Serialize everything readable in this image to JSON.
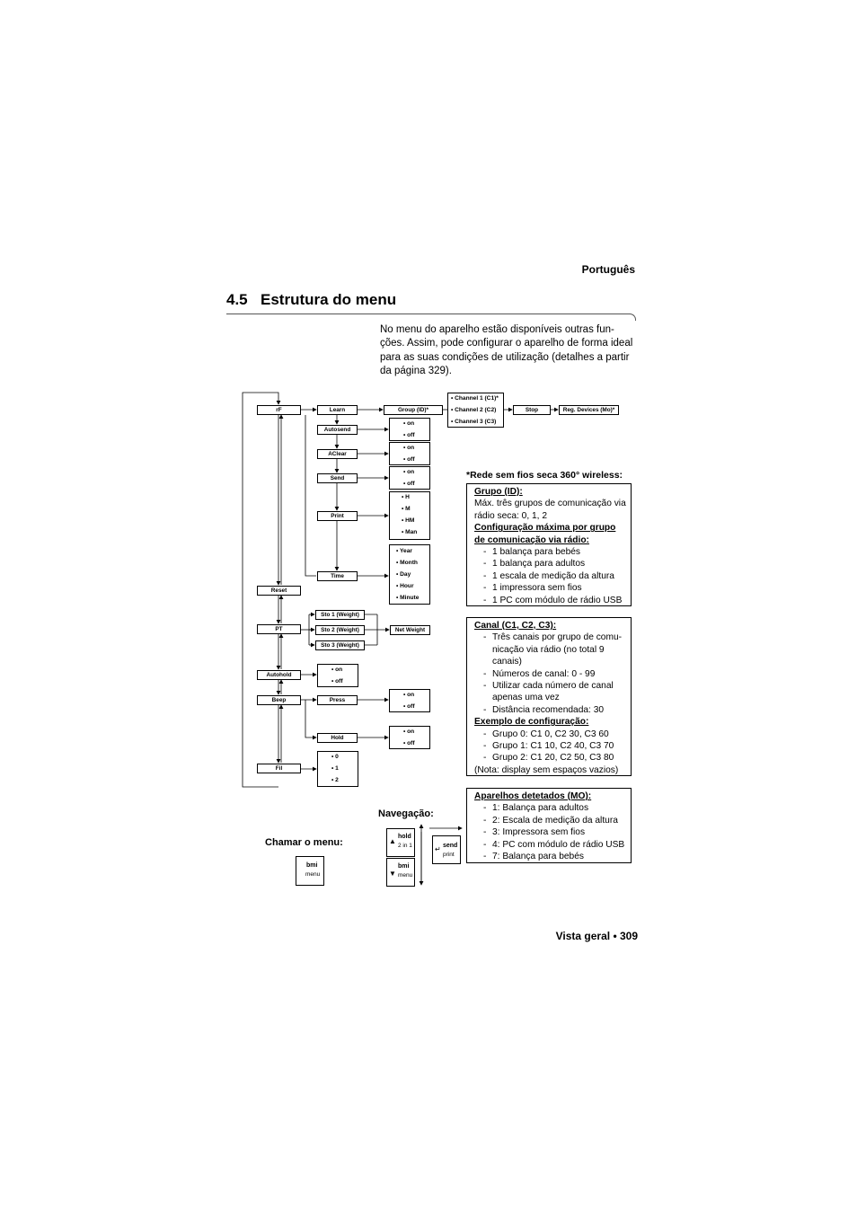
{
  "header": {
    "language": "Português"
  },
  "section": {
    "number": "4.5",
    "title": "Estrutura do menu"
  },
  "intro": {
    "lines": [
      "No menu do aparelho estão disponíveis outras fun-",
      "ções. Assim, pode configurar o aparelho de forma ideal",
      "para as suas condições de utilização (detalhes a partir",
      "da página 329)."
    ]
  },
  "menu": {
    "main": [
      "rF",
      "Reset",
      "PT",
      "Autohold",
      "Beep",
      "Fil"
    ],
    "rf_sub": [
      "Learn",
      "Autosend",
      "AClear",
      "Send",
      "Print",
      "Time"
    ],
    "learn_chain": [
      "Group (ID)*",
      "Stop",
      "Reg. Devices (Mo)*"
    ],
    "channels": [
      "• Channel 1 (C1)*",
      "• Channel 2 (C2)",
      "• Channel 3 (C3)"
    ],
    "pt_sub": [
      "Sto 1 (Weight)",
      "Sto 2 (Weight)",
      "Sto 3 (Weight)"
    ],
    "net_weight": "Net Weight",
    "beep_sub": [
      "Press",
      "Hold"
    ],
    "onoff": [
      "• on",
      "• off"
    ],
    "print_opts": [
      "• H",
      "• M",
      "• HM",
      "• Man"
    ],
    "time_opts": [
      "• Year",
      "• Month",
      "• Day",
      "• Hour",
      "• Minute"
    ],
    "fil_opts": [
      "• 0",
      "• 1",
      "• 2"
    ]
  },
  "notes": {
    "title": "*Rede sem fios seca 360° wireless:",
    "group": {
      "heading": "Grupo (ID):",
      "lines": [
        "Máx. três grupos de comunicação via",
        "rádio seca: 0, 1, 2"
      ],
      "heading2a": "Configuração máxima por grupo ",
      "heading2b": "de comunicação via rádio:",
      "items": [
        "1 balança para bebés",
        "1 balança para adultos",
        "1 escala de medição da altura",
        "1 impressora sem fios",
        "1 PC com módulo de rádio USB"
      ]
    },
    "channel": {
      "heading": "Canal (C1, C2, C3):",
      "items": [
        [
          "Três canais por grupo de comu-",
          "nicação via rádio (no total 9",
          "canais)"
        ],
        [
          "Números de canal: 0 - 99"
        ],
        [
          "Utilizar cada número de canal",
          "apenas uma vez"
        ],
        [
          "Distância recomendada: 30"
        ]
      ],
      "heading2": "Exemplo de configuração:",
      "examples": [
        "Grupo 0: C1 0, C2 30, C3 60",
        "Grupo 1: C1 10, C2 40, C3 70",
        "Grupo 2: C1 20, C2 50, C3 80"
      ],
      "note": "(Nota: display sem espaços vazios)"
    },
    "devices": {
      "heading": "Aparelhos detetados (MO):",
      "items": [
        "1: Balança para adultos",
        "2: Escala de medição da altura",
        "3: Impressora sem fios",
        "4: PC com módulo de rádio USB",
        "7: Balança para bebés"
      ]
    }
  },
  "navigation": {
    "title": "Navegação:",
    "call_title": "Chamar o menu:",
    "keys": {
      "hold": "hold",
      "hold_sub": "2 in 1",
      "bmi": "bmi",
      "bmi_sub": "menu",
      "send": "send",
      "send_sub": "print"
    }
  },
  "footer": {
    "text": "Vista geral • 309"
  }
}
